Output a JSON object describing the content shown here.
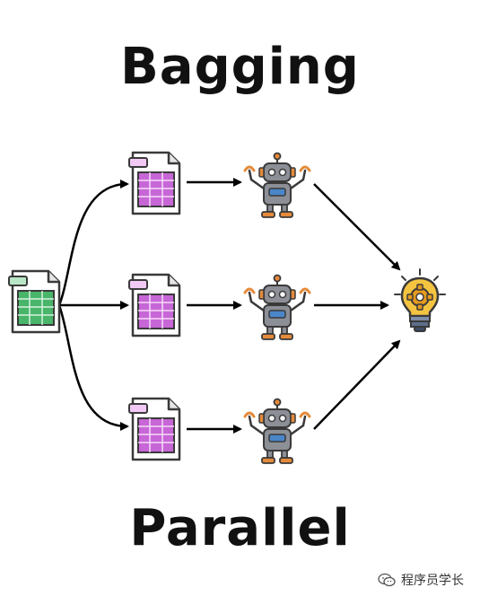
{
  "title": "Bagging",
  "footer": "Parallel",
  "watermark": {
    "text": "程序员学长",
    "icon": "wechat-icon"
  },
  "nodes": {
    "source": {
      "icon": "spreadsheet-icon",
      "color": "#2e9e55"
    },
    "samples": {
      "icon": "spreadsheet-icon",
      "color": "#c766d6",
      "count": 3
    },
    "models": {
      "icon": "robot-icon",
      "count": 3
    },
    "output": {
      "icon": "lightbulb-gear-icon",
      "color": "#f2b632"
    }
  },
  "colors": {
    "line": "#000000",
    "robot_body": "#8c8f96",
    "robot_accent": "#e48a3a",
    "robot_screen": "#4a86c8"
  }
}
